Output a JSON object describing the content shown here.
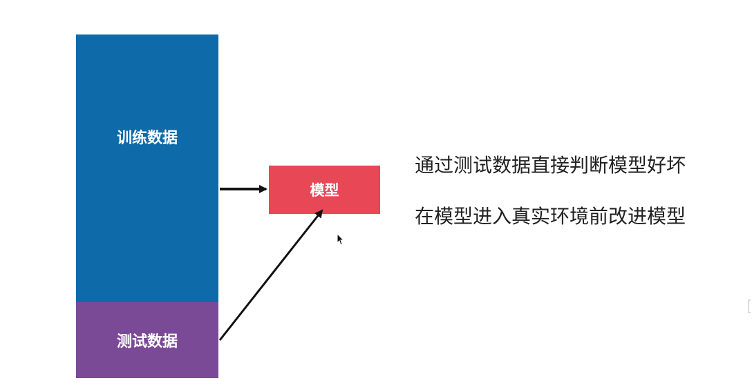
{
  "blocks": {
    "train": {
      "label": "训练数据",
      "color": "#0e6aa8"
    },
    "test": {
      "label": "测试数据",
      "color": "#7b4a96"
    },
    "model": {
      "label": "模型",
      "color": "#e84755"
    }
  },
  "text": {
    "line1": "通过测试数据直接判断模型好坏",
    "line2": "在模型进入真实环境前改进模型"
  }
}
